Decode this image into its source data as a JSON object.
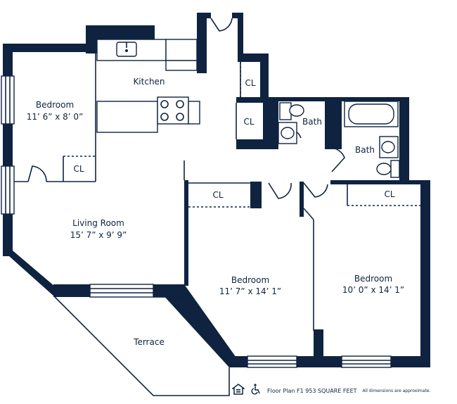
{
  "rooms": {
    "bedroom_left": {
      "name": "Bedroom",
      "dims": "11’ 6” x 8’ 0”"
    },
    "kitchen": {
      "name": "Kitchen"
    },
    "living": {
      "name": "Living Room",
      "dims": "15’ 7” x 9’ 9”"
    },
    "bedroom_mid": {
      "name": "Bedroom",
      "dims": "11’ 7” x 14’ 1”"
    },
    "bedroom_right": {
      "name": "Bedroom",
      "dims": "10’ 0” x 14’ 1”"
    },
    "terrace": {
      "name": "Terrace"
    },
    "bath1": {
      "name": "Bath"
    },
    "bath2": {
      "name": "Bath"
    }
  },
  "closets": {
    "label": "CL"
  },
  "footer": {
    "caption": "Floor Plan F1 953 SQUARE FEET",
    "note": "All dimensions are approximate.",
    "icons": [
      "equal-housing-icon",
      "wheelchair-accessible-icon"
    ]
  },
  "colors": {
    "wall": "#0f2340",
    "background": "#ffffff"
  }
}
